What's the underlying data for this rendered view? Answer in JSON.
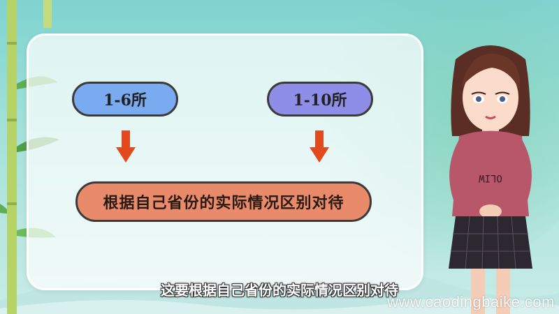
{
  "left_option": "1-6所",
  "right_option": "1-10所",
  "result_text": "根据自己省份的实际情况区别对待",
  "subtitle": "这要根据自己省份的实际情况区别对待",
  "watermark": "www.caodingbaike.com",
  "shirt_text": "OLIW",
  "colors": {
    "left_pill": "#7aaaf0",
    "right_pill": "#8e8ee8",
    "result_box": "#e98a6b",
    "arrow": "#e24a1e",
    "background": "#8fd9d2"
  }
}
